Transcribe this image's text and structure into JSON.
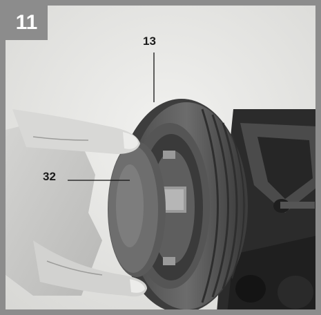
{
  "figure": {
    "step_number": "11",
    "callouts": [
      {
        "id": "tire",
        "label": "13"
      },
      {
        "id": "hub-cap",
        "label": "32"
      }
    ]
  }
}
